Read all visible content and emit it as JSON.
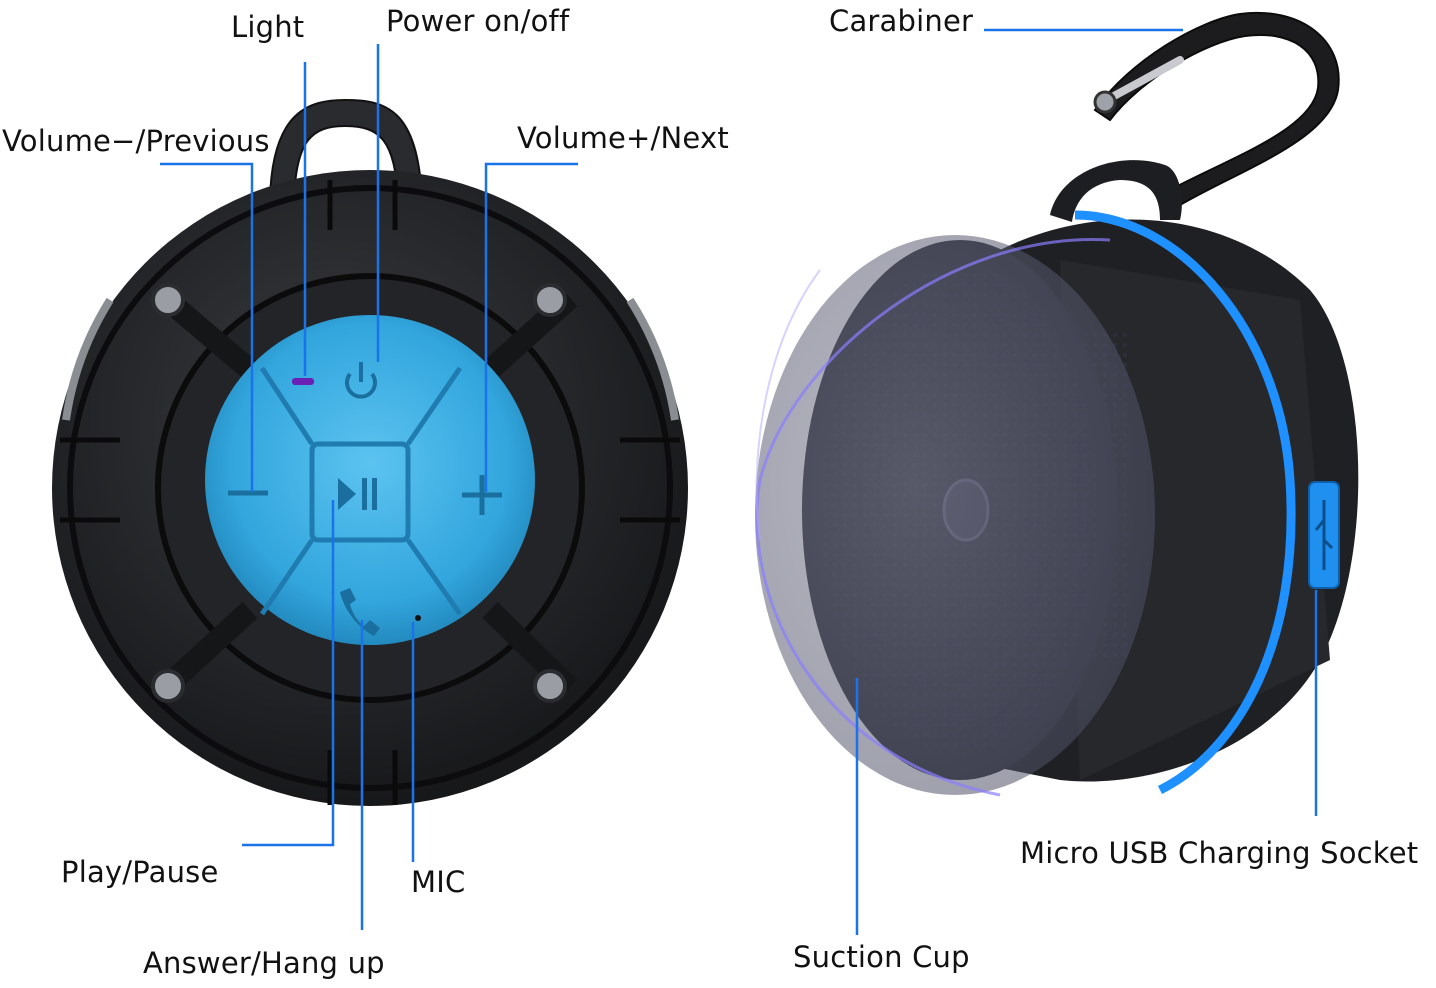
{
  "labels": {
    "light": "Light",
    "power": "Power on/off",
    "volume_down": "Volume−/Previous",
    "volume_up": "Volume+/Next",
    "play_pause": "Play/Pause",
    "mic": "MIC",
    "answer": "Answer/Hang up",
    "carabiner": "Carabiner",
    "usb": "Micro USB Charging Socket",
    "suction": "Suction Cup"
  },
  "colors": {
    "accent": "#1a73e8",
    "button_blue": "#35a9df",
    "body_dark": "#1e1f22",
    "light_indicator": "#6a1fb5",
    "ring_blue": "#1e90ff"
  }
}
